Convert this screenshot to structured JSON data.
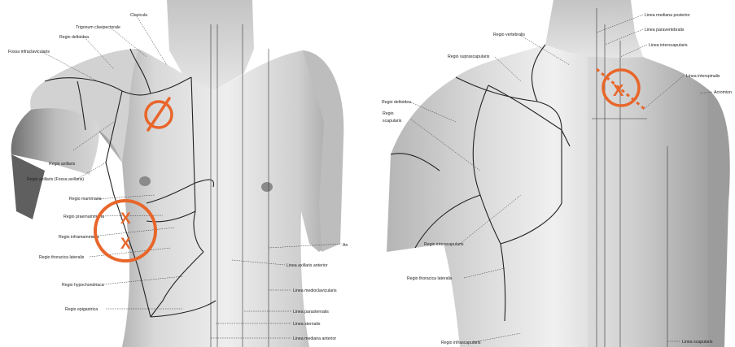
{
  "colors": {
    "background": "#ffffff",
    "marker": "#e8662a",
    "skin_light": "#ececec",
    "skin_mid": "#c9c9c9",
    "skin_dark": "#8f8f8f",
    "ink": "#222222"
  },
  "anterior_view": {
    "labels": {
      "clavicula": "Clavicula",
      "trigonum": "Trigonum clavipectorale",
      "deltoidea": "Regio deltoidea",
      "fossa_infraclav": "Fossa infraclavicularis",
      "axillaris": "Regio axillaris",
      "axillaris_fossa": "Regio axillaris (Fossa axillaris)",
      "mammaria": "Regio mammaria",
      "praemammaria": "Regio praemammaria",
      "inframammaria": "Regio inframammaria",
      "thoracica_lat": "Regio thoracica lateralis",
      "hypochondriaca": "Regio hypochondriaca",
      "epigastrica": "Regio epigastrica",
      "an": "An",
      "axillaris_ant": "Linea axillaris anterior",
      "medioclav": "Linea medioclavicularis",
      "parasternalis": "Linea parasternalis",
      "sternalis": "Linea sternalis",
      "mediana_ant": "Linea mediana anterior"
    },
    "markers": {
      "null_symbol": "Ø",
      "cross_1": "X",
      "cross_2": "X"
    }
  },
  "posterior_view": {
    "labels": {
      "vertebralis": "Regio vertebralis",
      "suprascapularis": "Regio suprascapularis",
      "deltoidea": "Regio deltoidea",
      "scapularis_1": "Regio",
      "scapularis_2": "scapularis",
      "interscapularis": "Regio interscapularis",
      "thoracica_lat": "Regio thoracica lateralis",
      "infrascapularis": "Regio infrascapularis",
      "mediana_post": "Linea mediana posterior",
      "paravertebralis": "Linea paravertebralis",
      "interscapularis_line": "Linea interscapularis",
      "interspinalis": "Linea interspinalis",
      "acromion": "Acromion",
      "scapularis_line": "Linea scapularis"
    },
    "markers": {
      "cross": "X"
    }
  }
}
